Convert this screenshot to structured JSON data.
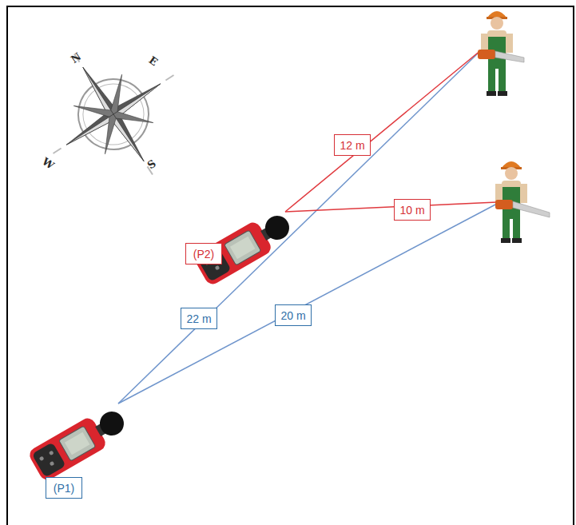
{
  "diagram": {
    "nodes": [
      {
        "text": [
          "12 m"
        ]
      },
      {
        "text": [
          "10 m"
        ]
      },
      {
        "text": [
          "(P2)"
        ]
      },
      {
        "text": [
          "22 m"
        ]
      },
      {
        "text": [
          "20 m"
        ]
      },
      {
        "text": [
          "(P1)"
        ]
      }
    ],
    "labels": [
      "N",
      "E",
      "S",
      "W"
    ]
  }
}
